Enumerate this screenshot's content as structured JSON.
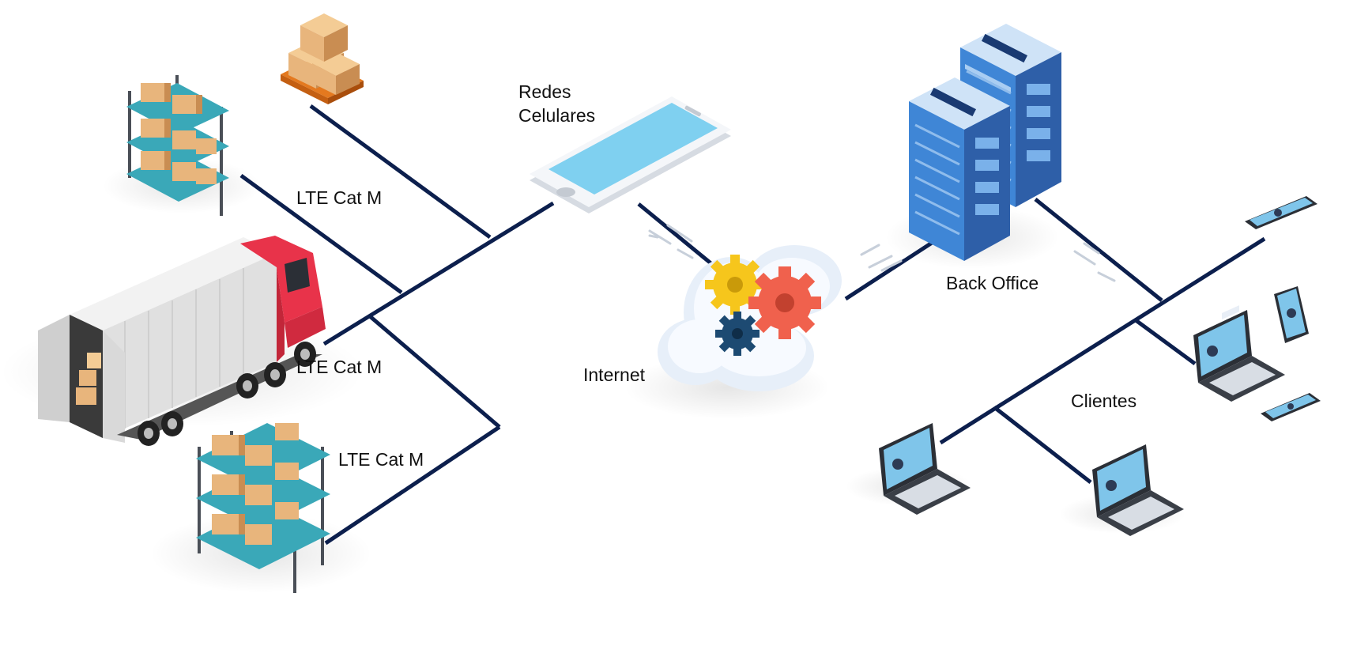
{
  "colors": {
    "link_line": "#0c1f4d",
    "label_text": "#111111",
    "box_kraft": "#e8b57c",
    "box_shadow_side": "#c98d52",
    "pallet": "#e4791f",
    "rack_shelf": "#3aa8b8",
    "rack_frame": "#4a4f57",
    "truck_body": "#e6e6e6",
    "truck_cab": "#e8334a",
    "phone_screen": "#7fd0f0",
    "gear_yellow": "#f6c61c",
    "gear_red": "#f0614d",
    "gear_navy": "#1d4a72",
    "cloud": "#eef4fb",
    "server_front": "#3f86d6",
    "server_side": "#2e5fa8",
    "laptop_dark": "#2b2f36"
  },
  "labels": {
    "lte_top": "LTE Cat M",
    "lte_mid": "LTE Cat M",
    "lte_bottom": "LTE Cat M",
    "redes": "Redes Celulares",
    "internet": "Internet",
    "back_office": "Back Office",
    "clientes": "Clientes"
  },
  "icons": {
    "pallet": "pallet-of-boxes-icon",
    "rack_top": "warehouse-rack-icon",
    "truck": "delivery-truck-icon",
    "rack_bottom": "warehouse-rack-icon",
    "phone": "smartphone-icon",
    "cloud": "cloud-gears-icon",
    "servers": "server-towers-icon",
    "clients": "client-devices-icon"
  }
}
